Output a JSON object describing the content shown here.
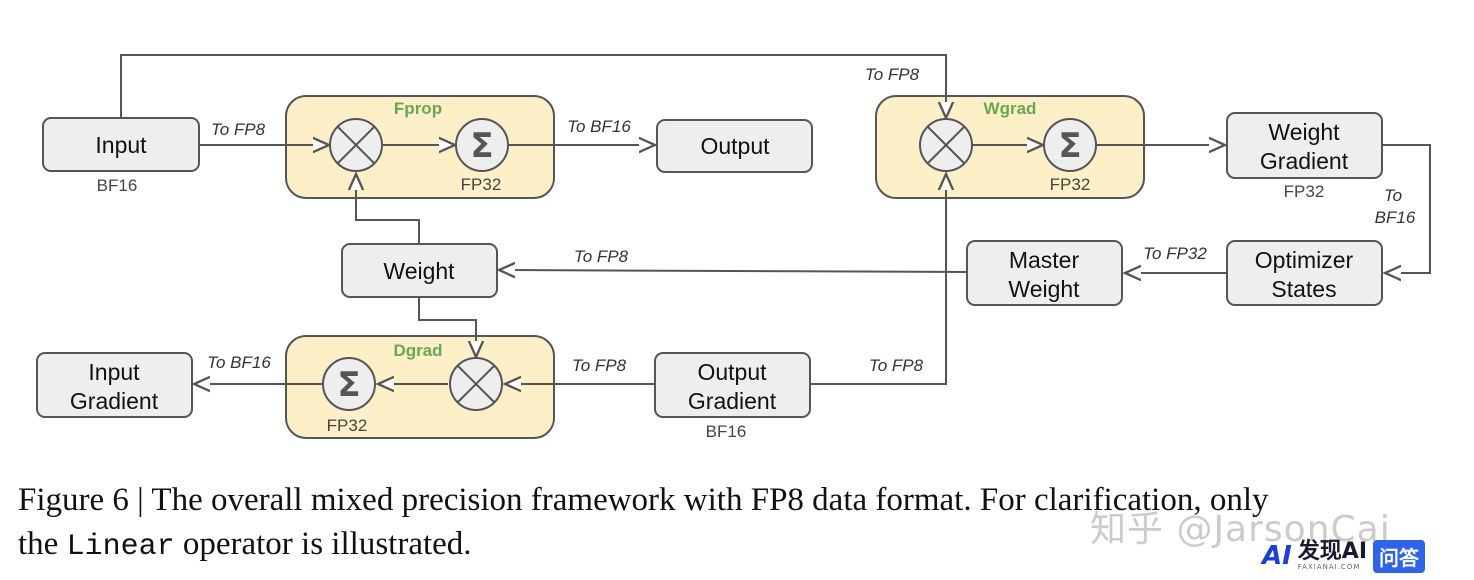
{
  "diagram": {
    "groups": {
      "fprop": "Fprop",
      "wgrad": "Wgrad",
      "dgrad": "Dgrad"
    },
    "nodes": {
      "input": "Input",
      "output": "Output",
      "weight": "Weight",
      "weight_gradient": [
        "Weight",
        "Gradient"
      ],
      "master_weight": [
        "Master",
        "Weight"
      ],
      "optimizer_states": [
        "Optimizer",
        "States"
      ],
      "input_gradient": [
        "Input",
        "Gradient"
      ],
      "output_gradient": [
        "Output",
        "Gradient"
      ]
    },
    "formats": {
      "input": "BF16",
      "fprop_acc": "FP32",
      "wgrad_acc": "FP32",
      "weight_gradient": "FP32",
      "dgrad_acc": "FP32",
      "output_gradient": "BF16"
    },
    "edge_labels": {
      "input_to_fprop": "To FP8",
      "fprop_to_output": "To BF16",
      "input_to_wgrad": "To FP8",
      "wgrad_grad_to_opt": [
        "To",
        "BF16"
      ],
      "opt_to_master": "To FP32",
      "master_to_weight": "To FP8",
      "outgrad_to_dgrad": "To FP8",
      "outgrad_to_wgrad": "To FP8",
      "dgrad_to_ingrad": "To BF16"
    },
    "symbols": {
      "multiply": "⊗",
      "sum": "Σ"
    },
    "colors": {
      "group_fill": "#fdf0c8",
      "box_fill": "#eeeeee",
      "line": "#555555",
      "group_title": "#6aa84f"
    }
  },
  "caption": {
    "prefix": "Figure 6 | The overall mixed precision framework with FP8 data format. For clarification, only",
    "line2_before": "the ",
    "code": "Linear",
    "line2_after": " operator is illustrated."
  },
  "watermark": "知乎 @JarsonCai",
  "logo": {
    "mark": "AI",
    "name": "发现AI",
    "sub": "FAXIANAI.COM",
    "badge": "问答"
  }
}
